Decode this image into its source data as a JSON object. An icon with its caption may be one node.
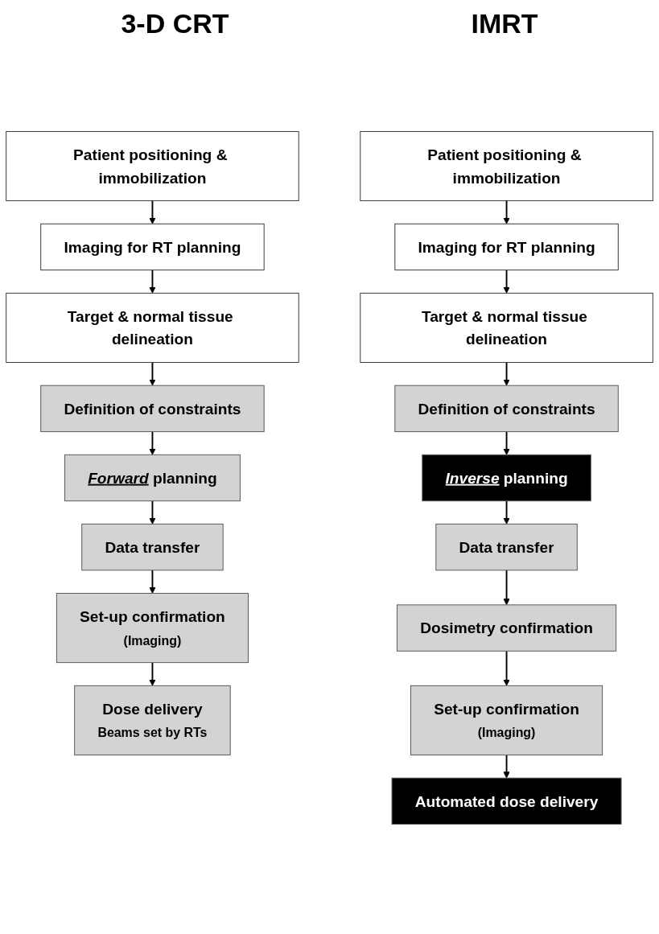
{
  "diagram": {
    "nodes": [
      {
        "text": [
          "Patient positioning & immobilization"
        ]
      },
      {
        "text": [
          "Imaging for RT planning"
        ]
      },
      {
        "text": [
          "Target & normal tissue delineation"
        ]
      },
      {
        "text": [
          "Definition of constraints"
        ]
      },
      {
        "text": [
          "*Forward* planning"
        ]
      },
      {
        "text": [
          "Data transfer"
        ]
      },
      {
        "text": [
          "Set-up confirmation",
          "(Imaging)"
        ]
      },
      {
        "text": [
          "Dose delivery",
          "Beams set by RTs"
        ]
      },
      {
        "text": [
          "Patient positioning & immobilization"
        ]
      },
      {
        "text": [
          "Imaging for RT planning"
        ]
      },
      {
        "text": [
          "Target & normal tissue delineation"
        ]
      },
      {
        "text": [
          "Definition of constraints"
        ]
      },
      {
        "text": [
          "*Inverse* planning"
        ]
      },
      {
        "text": [
          "Data transfer"
        ]
      },
      {
        "text": [
          "Dosimetry confirmation"
        ]
      },
      {
        "text": [
          "Set-up confirmation",
          "(Imaging)"
        ]
      },
      {
        "text": [
          "Automated dose delivery"
        ]
      }
    ],
    "edges": [
      {
        "from": 0,
        "to": 1,
        "arrow": "to"
      },
      {
        "from": 1,
        "to": 2,
        "arrow": "to"
      },
      {
        "from": 2,
        "to": 3,
        "arrow": "to"
      },
      {
        "from": 3,
        "to": 4,
        "arrow": "to"
      },
      {
        "from": 4,
        "to": 5,
        "arrow": "to"
      },
      {
        "from": 5,
        "to": 6,
        "arrow": "to"
      },
      {
        "from": 6,
        "to": 7,
        "arrow": "to"
      },
      {
        "from": 8,
        "to": 9,
        "arrow": "to"
      },
      {
        "from": 9,
        "to": 10,
        "arrow": "to"
      },
      {
        "from": 10,
        "to": 11,
        "arrow": "to"
      },
      {
        "from": 11,
        "to": 12,
        "arrow": "to"
      },
      {
        "from": 12,
        "to": 13,
        "arrow": "to"
      },
      {
        "from": 13,
        "to": 14,
        "arrow": "to"
      },
      {
        "from": 14,
        "to": 15,
        "arrow": "to"
      },
      {
        "from": 15,
        "to": 16,
        "arrow": "to"
      }
    ],
    "labels": [
      "3-D CRT",
      "IMRT"
    ]
  }
}
